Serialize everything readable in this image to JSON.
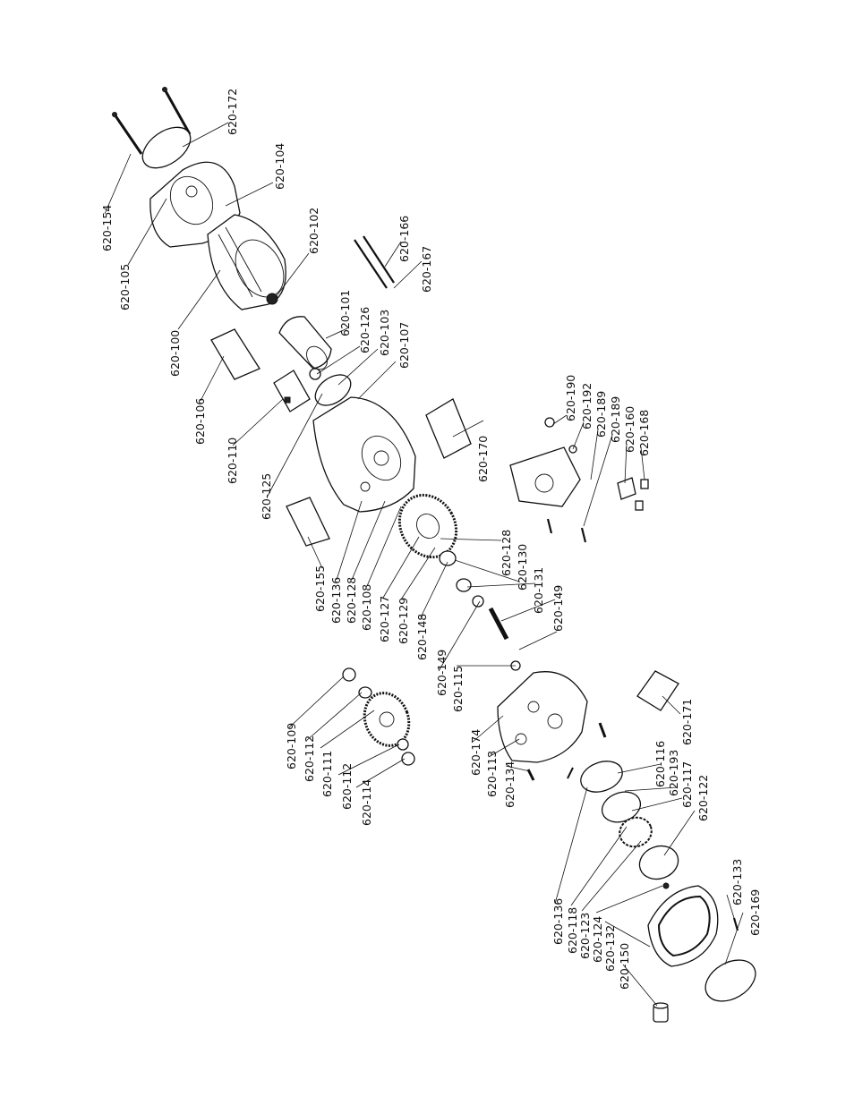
{
  "parts": [
    {
      "id": "p154",
      "label": "620-154"
    },
    {
      "id": "p105",
      "label": "620-105"
    },
    {
      "id": "p172",
      "label": "620-172"
    },
    {
      "id": "p104",
      "label": "620-104"
    },
    {
      "id": "p102",
      "label": "620-102"
    },
    {
      "id": "p100",
      "label": "620-100"
    },
    {
      "id": "p166",
      "label": "620-166"
    },
    {
      "id": "p167",
      "label": "620-167"
    },
    {
      "id": "p101",
      "label": "620-101"
    },
    {
      "id": "p126",
      "label": "620-126"
    },
    {
      "id": "p103",
      "label": "620-103"
    },
    {
      "id": "p107",
      "label": "620-107"
    },
    {
      "id": "p106",
      "label": "620-106"
    },
    {
      "id": "p110",
      "label": "620-110"
    },
    {
      "id": "p125",
      "label": "620-125"
    },
    {
      "id": "p170",
      "label": "620-170"
    },
    {
      "id": "p190",
      "label": "620-190"
    },
    {
      "id": "p192",
      "label": "620-192"
    },
    {
      "id": "p189a",
      "label": "620-189"
    },
    {
      "id": "p189b",
      "label": "620-189"
    },
    {
      "id": "p160",
      "label": "620-160"
    },
    {
      "id": "p168",
      "label": "620-168"
    },
    {
      "id": "p155",
      "label": "620-155"
    },
    {
      "id": "p136a",
      "label": "620-136"
    },
    {
      "id": "p128a",
      "label": "620-128"
    },
    {
      "id": "p108",
      "label": "620-108"
    },
    {
      "id": "p127",
      "label": "620-127"
    },
    {
      "id": "p129",
      "label": "620-129"
    },
    {
      "id": "p148",
      "label": "620-148"
    },
    {
      "id": "p128b",
      "label": "620-128"
    },
    {
      "id": "p130",
      "label": "620-130"
    },
    {
      "id": "p131",
      "label": "620-131"
    },
    {
      "id": "p149a",
      "label": "620-149"
    },
    {
      "id": "p149b",
      "label": "620-149"
    },
    {
      "id": "p115",
      "label": "620-115"
    },
    {
      "id": "p109",
      "label": "620-109"
    },
    {
      "id": "p112a",
      "label": "620-112"
    },
    {
      "id": "p111",
      "label": "620-111"
    },
    {
      "id": "p112b",
      "label": "620-112"
    },
    {
      "id": "p114",
      "label": "620-114"
    },
    {
      "id": "p174",
      "label": "620-174"
    },
    {
      "id": "p113",
      "label": "620-113"
    },
    {
      "id": "p134",
      "label": "620-134"
    },
    {
      "id": "p171",
      "label": "620-171"
    },
    {
      "id": "p116",
      "label": "620-116"
    },
    {
      "id": "p193",
      "label": "620-193"
    },
    {
      "id": "p117",
      "label": "620-117"
    },
    {
      "id": "p122",
      "label": "620-122"
    },
    {
      "id": "p136b",
      "label": "620-136"
    },
    {
      "id": "p118",
      "label": "620-118"
    },
    {
      "id": "p123",
      "label": "620-123"
    },
    {
      "id": "p124",
      "label": "620-124"
    },
    {
      "id": "p132",
      "label": "620-132"
    },
    {
      "id": "p150",
      "label": "620-150"
    },
    {
      "id": "p133",
      "label": "620-133"
    },
    {
      "id": "p169",
      "label": "620-169"
    }
  ]
}
